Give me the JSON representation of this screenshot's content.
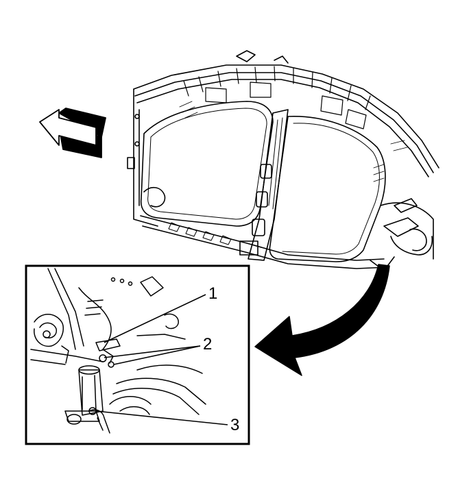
{
  "callouts": [
    {
      "id": "1",
      "label": "1"
    },
    {
      "id": "2",
      "label": "2"
    },
    {
      "id": "3",
      "label": "3"
    }
  ],
  "icons": {
    "direction_arrow": "forward-direction-arrow-icon",
    "detail_arrow": "curved-detail-arrow-icon"
  },
  "colors": {
    "line": "#000000",
    "background": "#ffffff"
  }
}
